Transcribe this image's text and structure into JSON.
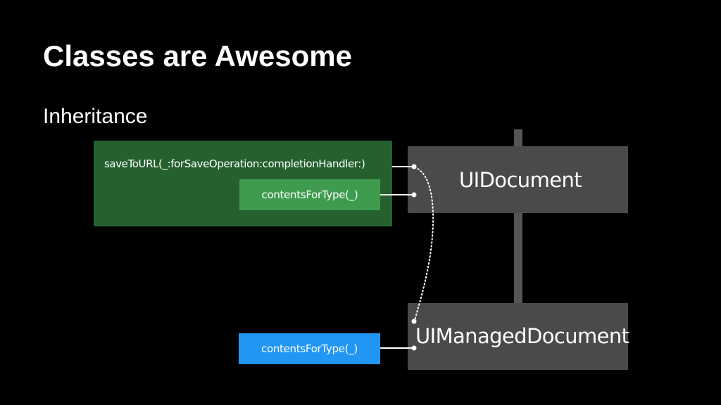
{
  "slide": {
    "title": "Classes are Awesome",
    "subtitle": "Inheritance"
  },
  "diagram": {
    "superclass": {
      "name": "UIDocument",
      "methods": [
        "saveToURL(_:forSaveOperation:completionHandler:)",
        "contentsForType(_)"
      ]
    },
    "subclass": {
      "name": "UIManagedDocument",
      "methods": [
        "contentsForType(_)"
      ]
    }
  },
  "colors": {
    "background": "#000000",
    "class_box": "#4a4a4a",
    "inheritance_line": "#555555",
    "superclass_panel": "#25612f",
    "superclass_method": "#3f9c4e",
    "override_method": "#2196f3",
    "text": "#ffffff"
  },
  "icons": {
    "connector_dot": "white-dot",
    "call_path": "dotted-curve"
  }
}
